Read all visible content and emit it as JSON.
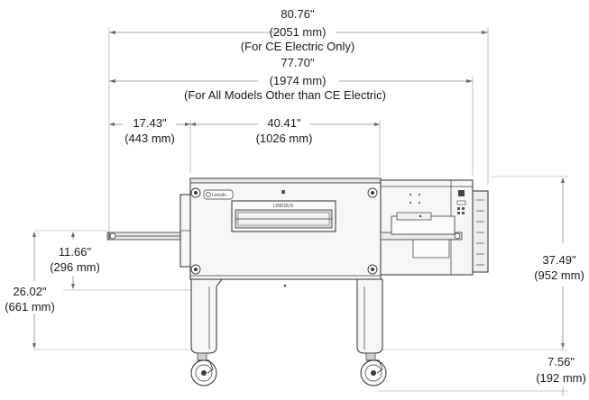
{
  "dimensions": {
    "overall_ce": {
      "inches": "80.76\"",
      "mm": "(2051 mm)",
      "note": "(For CE Electric Only)"
    },
    "overall_other": {
      "inches": "77.70\"",
      "mm": "(1974 mm)",
      "note": "(For All Models Other than CE Electric)"
    },
    "left_conveyor": {
      "inches": "17.43\"",
      "mm": "(443 mm)"
    },
    "oven_width": {
      "inches": "40.41\"",
      "mm": "(1026 mm)"
    },
    "conveyor_height": {
      "inches": "11.66\"",
      "mm": "(296 mm)"
    },
    "floor_to_conveyor": {
      "inches": "26.02\"",
      "mm": "(661 mm)"
    },
    "total_height": {
      "inches": "37.49\"",
      "mm": "(952 mm)"
    },
    "leg_height": {
      "inches": "7.56\"",
      "mm": "(192 mm)"
    }
  },
  "oven": {
    "brand_label": "Lincoln",
    "window_label": "LINCOLN"
  }
}
